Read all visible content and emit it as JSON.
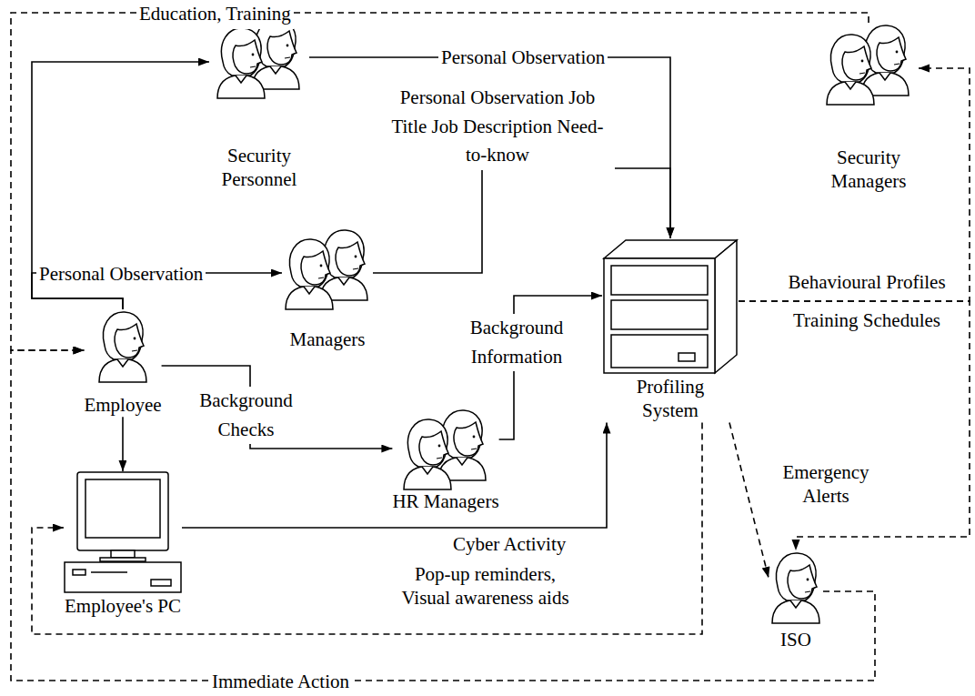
{
  "diagram": {
    "nodes": [
      {
        "text": [
          "Security Personnel"
        ]
      },
      {
        "text": [
          "Security Managers"
        ]
      },
      {
        "text": [
          "Managers"
        ]
      },
      {
        "text": [
          "Employee"
        ]
      },
      {
        "text": [
          "Profiling System"
        ]
      },
      {
        "text": [
          "HR Managers"
        ]
      },
      {
        "text": [
          "Employee's PC"
        ]
      },
      {
        "text": [
          "ISO"
        ]
      }
    ],
    "edges": [
      {
        "from": 3,
        "to": 0,
        "arrow": "to"
      },
      {
        "from": 3,
        "to": 2,
        "label": "Personal Observation",
        "arrow": "to"
      },
      {
        "from": 1,
        "to": 3,
        "label": "Education, Training",
        "arrow": "to"
      },
      {
        "from": 0,
        "to": 4,
        "label": "Personal Observation",
        "arrow": "to"
      },
      {
        "from": 2,
        "to": 4,
        "label": "Personal Observation Job Title Job Description Need-to-know",
        "arrow": "to"
      },
      {
        "from": 3,
        "to": 5,
        "label": "Background Checks",
        "arrow": "to"
      },
      {
        "from": 5,
        "to": 4,
        "label": "Background Information",
        "arrow": "to"
      },
      {
        "from": 3,
        "to": 6,
        "arrow": "to"
      },
      {
        "from": 6,
        "to": 4,
        "label": "Cyber Activity",
        "arrow": "to"
      },
      {
        "from": 4,
        "to": 6,
        "label": "Pop-up reminders, Visual awareness aids",
        "arrow": "to"
      },
      {
        "from": 4,
        "to": 1,
        "label": "Behavioural Profiles Training Schedules",
        "arrow": "to"
      },
      {
        "from": 4,
        "to": 7,
        "arrow": "to"
      },
      {
        "from": 4,
        "to": 7,
        "label": "Emergency Alerts",
        "arrow": "to"
      },
      {
        "from": 7,
        "to": 3,
        "label": "Immediate Action",
        "arrow": "to"
      }
    ]
  }
}
